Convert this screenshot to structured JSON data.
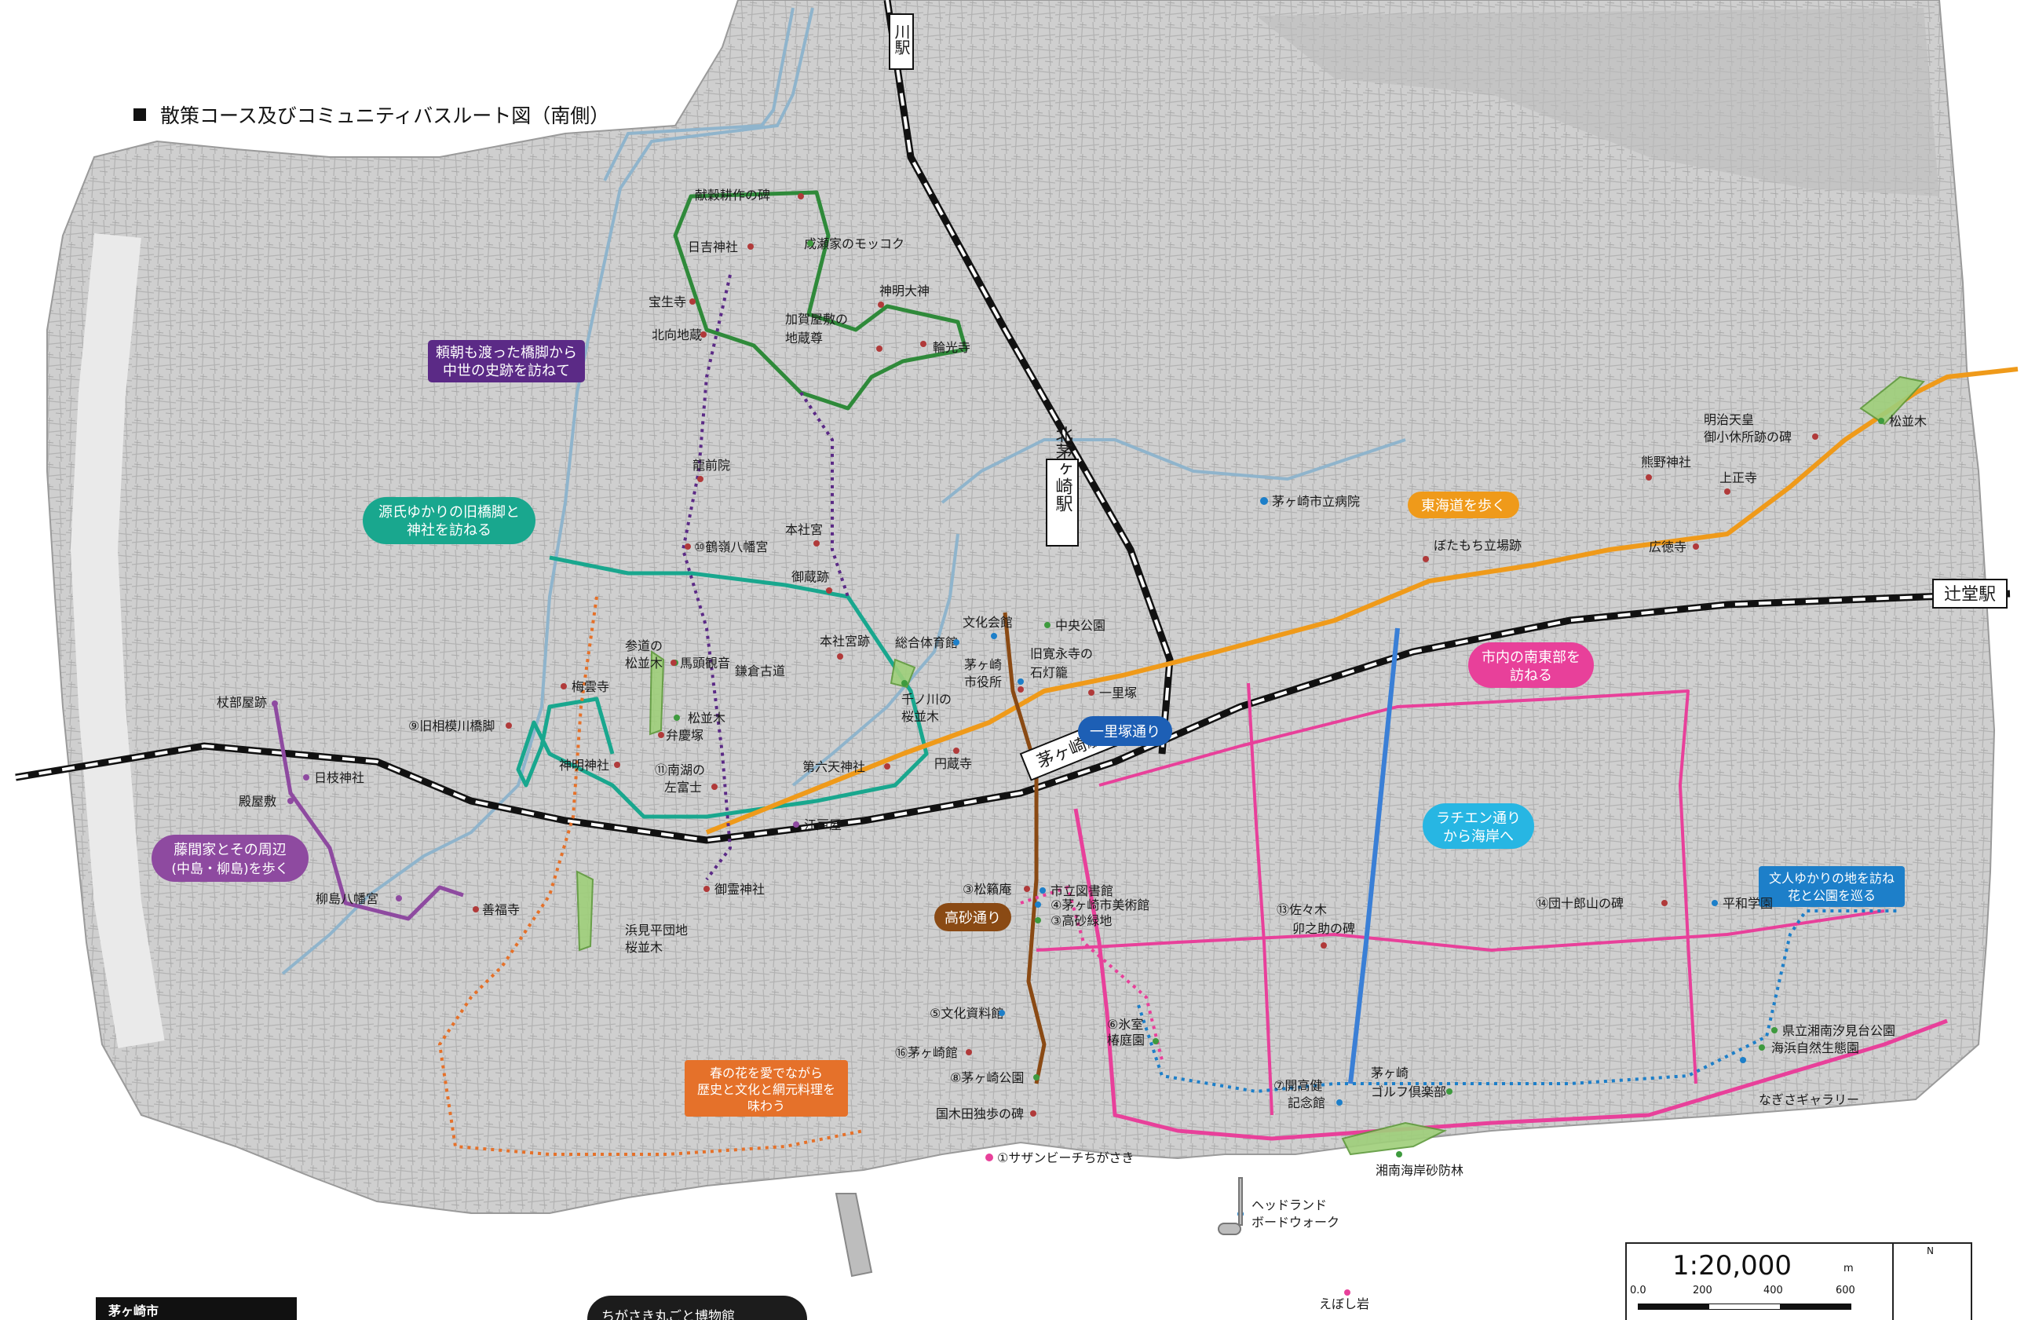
{
  "header": {
    "title": "散策コース及びコミュニティバスルート図（南側）"
  },
  "stations": [
    {
      "name": "川駅"
    },
    {
      "name": "北茅ヶ崎駅"
    },
    {
      "name": "茅ヶ崎駅"
    },
    {
      "name": "辻堂駅"
    }
  ],
  "course_labels": [
    {
      "lines": [
        "頼朝も渡った橋脚から",
        "中世の史跡を訪ねて"
      ],
      "color": "#5b2a86"
    },
    {
      "lines": [
        "源氏ゆかりの旧橋脚と",
        "神社を訪ねる"
      ],
      "color": "#19a78e"
    },
    {
      "lines": [
        "東海道を歩く"
      ],
      "color": "#ef9a1a"
    },
    {
      "lines": [
        "市内の南東部を",
        "訪ねる"
      ],
      "color": "#e8409a"
    },
    {
      "lines": [
        "一里塚通り"
      ],
      "color": "#1d5fb5"
    },
    {
      "lines": [
        "ラチエン通り",
        "から海岸へ"
      ],
      "color": "#27b6e3"
    },
    {
      "lines": [
        "藤間家とその周辺",
        "(中島・柳島)を歩く"
      ],
      "color": "#8e4aa0"
    },
    {
      "lines": [
        "高砂通り"
      ],
      "color": "#8a4a14"
    },
    {
      "lines": [
        "文人ゆかりの地を訪ね",
        "花と公園を巡る"
      ],
      "color": "#1d7fc9"
    },
    {
      "lines": [
        "春の花を愛でながら",
        "歴史と文化と網元料理を",
        "味わう"
      ],
      "color": "#e5712a"
    }
  ],
  "places": [
    {
      "text": "献穀耕作の碑",
      "dot": "#b03a3a"
    },
    {
      "text": "成瀬家のモッコク",
      "dot": "#3e9a3e"
    },
    {
      "text": "日吉神社",
      "dot": "#b03a3a"
    },
    {
      "text": "宝生寺",
      "dot": "#b03a3a"
    },
    {
      "text": "神明大神",
      "dot": "#b03a3a"
    },
    {
      "text": "加賀屋敷の",
      "dot": ""
    },
    {
      "text": "地蔵尊",
      "dot": "#b03a3a"
    },
    {
      "text": "北向地蔵",
      "dot": "#b03a3a"
    },
    {
      "text": "輪光寺",
      "dot": "#b03a3a"
    },
    {
      "text": "明治天皇",
      "dot": ""
    },
    {
      "text": "御小休所跡の碑",
      "dot": "#b03a3a"
    },
    {
      "text": "松並木",
      "dot": "#3e9a3e"
    },
    {
      "text": "上正寺",
      "dot": "#b03a3a"
    },
    {
      "text": "熊野神社",
      "dot": "#b03a3a"
    },
    {
      "text": "龍前院",
      "dot": "#b03a3a"
    },
    {
      "text": "茅ヶ崎市立病院",
      "dot": "#1d7fc9"
    },
    {
      "text": "本社宮",
      "dot": "#b03a3a"
    },
    {
      "text": "ぼたもち立場跡",
      "dot": "#b03a3a"
    },
    {
      "text": "広徳寺",
      "dot": "#b03a3a"
    },
    {
      "text": "⑩鶴嶺八幡宮",
      "dot": "#b03a3a"
    },
    {
      "text": "御蔵跡",
      "dot": "#b03a3a"
    },
    {
      "text": "中央公園",
      "dot": "#3e9a3e"
    },
    {
      "text": "文化会館",
      "dot": "#1d7fc9"
    },
    {
      "text": "総合体育館",
      "dot": "#1d7fc9"
    },
    {
      "text": "本社宮跡",
      "dot": "#b03a3a"
    },
    {
      "text": "参道の",
      "dot": ""
    },
    {
      "text": "松並木",
      "dot": "#3e9a3e"
    },
    {
      "text": "馬頭観音",
      "dot": "#b03a3a"
    },
    {
      "text": "鎌倉古道",
      "dot": ""
    },
    {
      "text": "旧寛永寺の",
      "dot": ""
    },
    {
      "text": "石灯籠",
      "dot": "#b03a3a"
    },
    {
      "text": "茅ヶ崎",
      "dot": ""
    },
    {
      "text": "市役所",
      "dot": "#1d7fc9"
    },
    {
      "text": "梅雲寺",
      "dot": "#b03a3a"
    },
    {
      "text": "一里塚",
      "dot": "#b03a3a"
    },
    {
      "text": "千ノ川の",
      "dot": ""
    },
    {
      "text": "桜並木",
      "dot": "#3e9a3e"
    },
    {
      "text": "松並木",
      "dot": "#3e9a3e"
    },
    {
      "text": "弁慶塚",
      "dot": "#b03a3a"
    },
    {
      "text": "杖部屋跡",
      "dot": "#8e4aa0"
    },
    {
      "text": "⑨旧相模川橋脚",
      "dot": "#b03a3a"
    },
    {
      "text": "日枝神社",
      "dot": "#8e4aa0"
    },
    {
      "text": "神明神社",
      "dot": "#b03a3a"
    },
    {
      "text": "⑪南湖の",
      "dot": ""
    },
    {
      "text": "左富士",
      "dot": "#b03a3a"
    },
    {
      "text": "第六天神社",
      "dot": "#b03a3a"
    },
    {
      "text": "円蔵寺",
      "dot": "#b03a3a"
    },
    {
      "text": "殿屋敷",
      "dot": "#8e4aa0"
    },
    {
      "text": "江戸屋",
      "dot": "#8e4aa0"
    },
    {
      "text": "柳島八幡宮",
      "dot": "#8e4aa0"
    },
    {
      "text": "善福寺",
      "dot": "#b03a3a"
    },
    {
      "text": "御霊神社",
      "dot": "#b03a3a"
    },
    {
      "text": "浜見平団地",
      "dot": ""
    },
    {
      "text": "桜並木",
      "dot": ""
    },
    {
      "text": "③松籟庵",
      "dot": "#b03a3a"
    },
    {
      "text": "市立図書館",
      "dot": "#1d7fc9"
    },
    {
      "text": "④茅ヶ崎市美術館",
      "dot": "#1d7fc9"
    },
    {
      "text": "③高砂緑地",
      "dot": "#3e9a3e"
    },
    {
      "text": "⑬佐々木",
      "dot": ""
    },
    {
      "text": "卯之助の碑",
      "dot": "#b03a3a"
    },
    {
      "text": "⑭団十郎山の碑",
      "dot": "#b03a3a"
    },
    {
      "text": "平和学園",
      "dot": "#1d7fc9"
    },
    {
      "text": "⑤文化資料館",
      "dot": "#1d7fc9"
    },
    {
      "text": "⑥氷室",
      "dot": ""
    },
    {
      "text": "椿庭園",
      "dot": "#3e9a3e"
    },
    {
      "text": "県立湘南汐見台公園",
      "dot": "#3e9a3e"
    },
    {
      "text": "海浜自然生態園",
      "dot": "#3e9a3e"
    },
    {
      "text": "⑯茅ヶ崎館",
      "dot": "#b03a3a"
    },
    {
      "text": "⑧茅ヶ崎公園",
      "dot": "#3e9a3e"
    },
    {
      "text": "⑦開高健",
      "dot": ""
    },
    {
      "text": "記念館",
      "dot": "#1d7fc9"
    },
    {
      "text": "茅ヶ崎",
      "dot": ""
    },
    {
      "text": "ゴルフ倶楽部",
      "dot": "#3e9a3e"
    },
    {
      "text": "なぎさギャラリー",
      "dot": "#1d7fc9"
    },
    {
      "text": "国木田独歩の碑",
      "dot": "#b03a3a"
    },
    {
      "text": "①サザンビーチちがさき",
      "dot": "#e8409a"
    },
    {
      "text": "湘南海岸砂防林",
      "dot": "#3e9a3e"
    },
    {
      "text": "ヘッドランド",
      "dot": ""
    },
    {
      "text": "ボードウォーク",
      "dot": "#1d7fc9"
    },
    {
      "text": "えぼし岩",
      "dot": "#e8409a"
    }
  ],
  "scale": {
    "ratio": "1:20,000",
    "unit": "m",
    "ticks": [
      "0.0",
      "200",
      "400",
      "600"
    ]
  },
  "north": "N",
  "footer": {
    "city": "茅ヶ崎市",
    "museum": "ちがさき丸ごと博物館"
  },
  "colors": {
    "background_map": "#d6d6d6",
    "sea": "#ffffff",
    "railway": "#111111",
    "river": "#8fb4cc"
  }
}
